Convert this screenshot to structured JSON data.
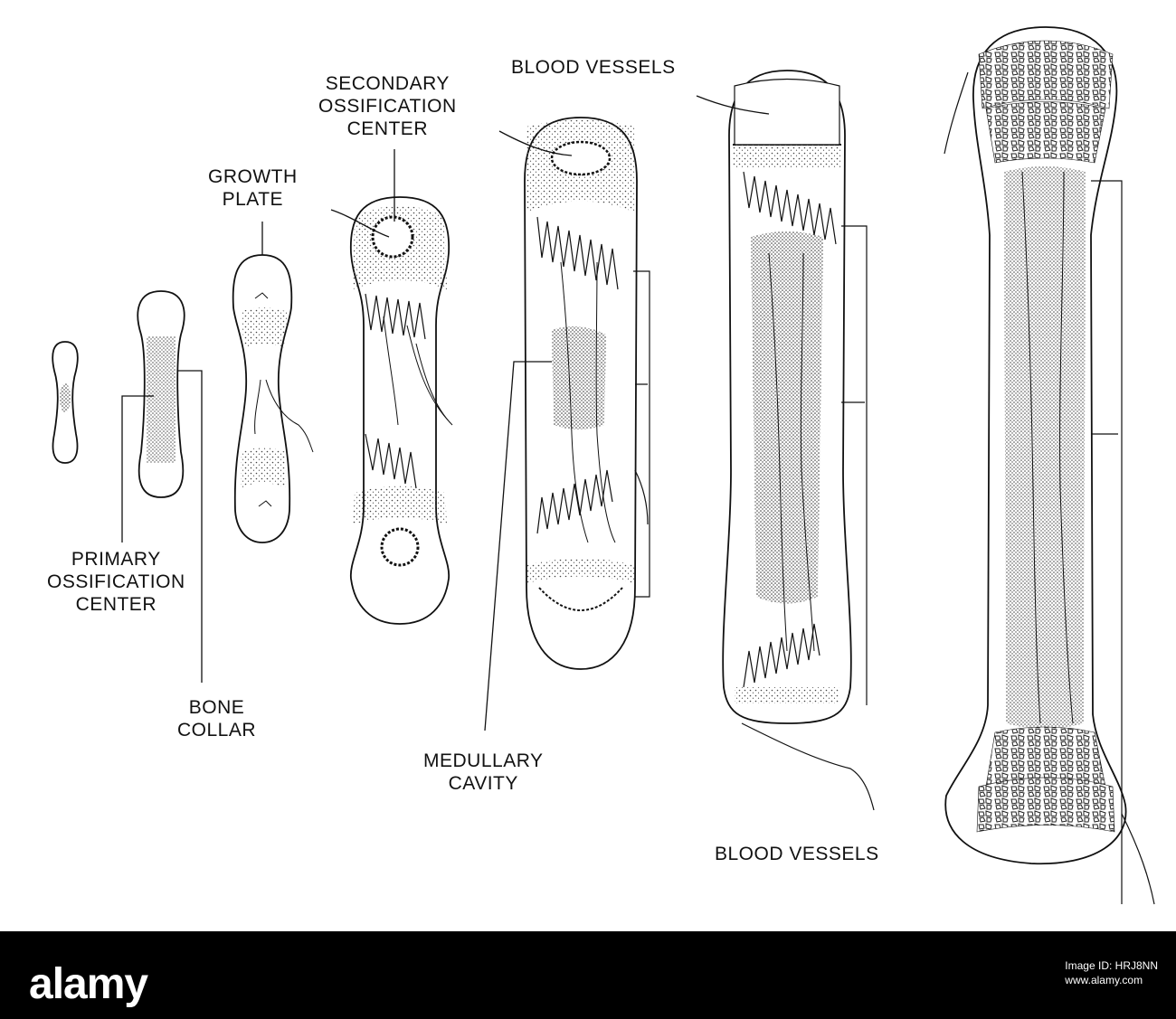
{
  "labels": {
    "blood_vessels_top": "BLOOD VESSELS",
    "secondary": [
      "SECONDARY",
      "OSSIFICATION",
      "CENTER"
    ],
    "growth": [
      "GROWTH",
      "PLATE"
    ],
    "primary": [
      "PRIMARY",
      "OSSIFICATION",
      "CENTER"
    ],
    "bone_collar": [
      "BONE",
      "COLLAR"
    ],
    "medullary": [
      "MEDULLARY",
      "CAVITY"
    ],
    "blood_vessels_bottom": "BLOOD VESSELS"
  },
  "watermark": {
    "brand": "alamy",
    "image_id_label": "Image ID: HRJ8NN",
    "site": "www.alamy.com"
  },
  "colors": {
    "ink": "#111111",
    "stipple": "#555555",
    "footer": "#000000"
  }
}
